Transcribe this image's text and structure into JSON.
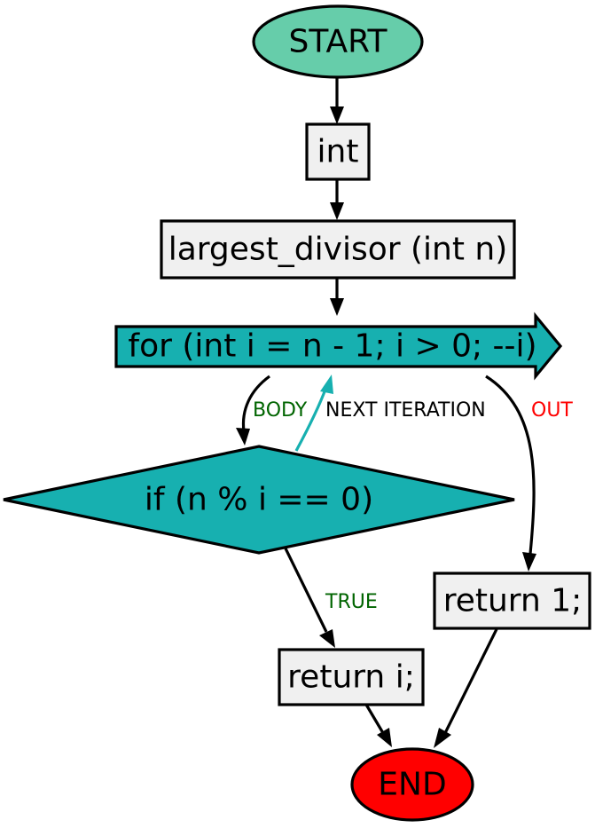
{
  "nodes": {
    "start": "START",
    "type": "int",
    "signature": "largest_divisor (int n)",
    "loop": "for (int i = n - 1; i > 0; --i)",
    "condition": "if (n % i == 0)",
    "return_i": "return i;",
    "return_1": "return 1;",
    "end": "END"
  },
  "edges": {
    "body": "BODY",
    "next_iteration": "NEXT ITERATION",
    "out": "OUT",
    "true": "TRUE"
  },
  "colors": {
    "start_fill": "#66cdaa",
    "end_fill": "#ff0000",
    "loop_fill": "#17b0b0",
    "box_fill": "#f0f0f0",
    "body_label": "#006400",
    "next_iteration_edge": "#17b0b0",
    "out_label": "#ff0000",
    "true_label": "#006400"
  }
}
